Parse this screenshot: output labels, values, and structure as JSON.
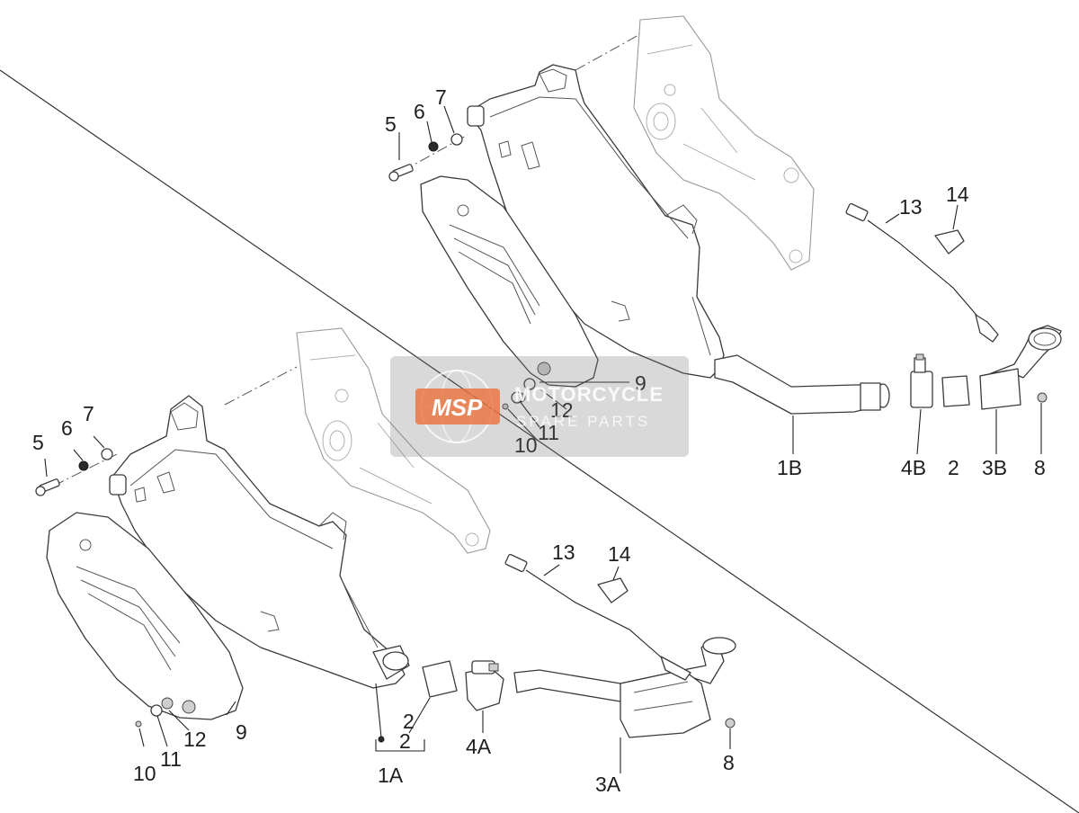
{
  "diagram": {
    "labels": {
      "upper": {
        "p5": "5",
        "p6": "6",
        "p7": "7",
        "p9": "9",
        "p12": "12",
        "p11": "11",
        "p10": "10",
        "p13": "13",
        "p14": "14",
        "p1B": "1B",
        "p4B": "4B",
        "p2": "2",
        "p3B": "3B",
        "p8": "8"
      },
      "lower": {
        "p5": "5",
        "p6": "6",
        "p7": "7",
        "p9": "9",
        "p12": "12",
        "p11": "11",
        "p10": "10",
        "p13": "13",
        "p14": "14",
        "p1A": "1A",
        "p2": "2",
        "p2b": "2",
        "p4A": "4A",
        "p3A": "3A",
        "p8": "8"
      }
    },
    "watermark": {
      "logo": "MSP",
      "line1": "MOTORCYCLE",
      "line2": "SPARE PARTS",
      "box_color": "#8a8a8a",
      "logo_color": "#e8703a"
    }
  }
}
